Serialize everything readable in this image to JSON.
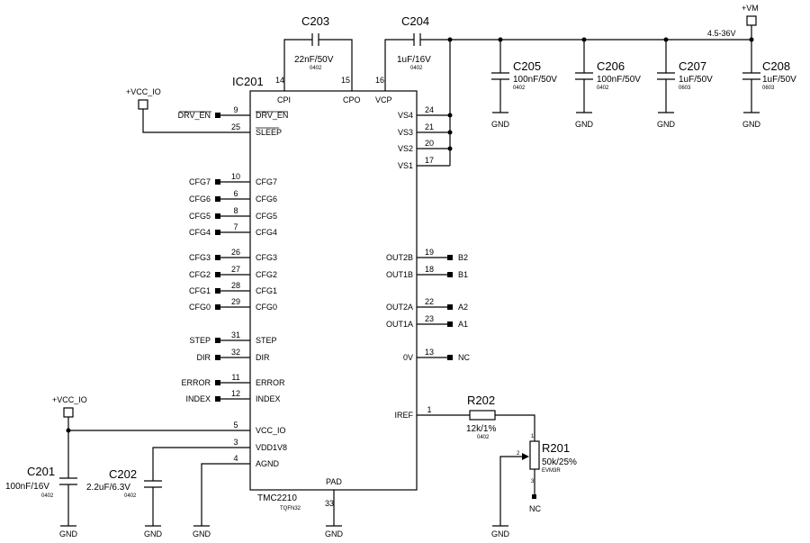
{
  "ic": {
    "ref": "IC201",
    "part": "TMC2210",
    "package": "TQFN32",
    "pad_label": "PAD",
    "pad_pin": "33",
    "top_pins": [
      {
        "num": "14",
        "name": "CPI"
      },
      {
        "num": "15",
        "name": "CPO"
      },
      {
        "num": "16",
        "name": "VCP"
      }
    ],
    "left_pins": [
      {
        "num": "9",
        "name": "DRV_EN",
        "net": "DRV_EN"
      },
      {
        "num": "25",
        "name": "SLEEP",
        "net": ""
      },
      {
        "num": "10",
        "name": "CFG7",
        "net": "CFG7"
      },
      {
        "num": "6",
        "name": "CFG6",
        "net": "CFG6"
      },
      {
        "num": "8",
        "name": "CFG5",
        "net": "CFG5"
      },
      {
        "num": "7",
        "name": "CFG4",
        "net": "CFG4"
      },
      {
        "num": "26",
        "name": "CFG3",
        "net": "CFG3"
      },
      {
        "num": "27",
        "name": "CFG2",
        "net": "CFG2"
      },
      {
        "num": "28",
        "name": "CFG1",
        "net": "CFG1"
      },
      {
        "num": "29",
        "name": "CFG0",
        "net": "CFG0"
      },
      {
        "num": "31",
        "name": "STEP",
        "net": "STEP"
      },
      {
        "num": "32",
        "name": "DIR",
        "net": "DIR"
      },
      {
        "num": "11",
        "name": "ERROR",
        "net": "ERROR"
      },
      {
        "num": "12",
        "name": "INDEX",
        "net": "INDEX"
      },
      {
        "num": "5",
        "name": "VCC_IO",
        "net": ""
      },
      {
        "num": "3",
        "name": "VDD1V8",
        "net": ""
      },
      {
        "num": "4",
        "name": "AGND",
        "net": ""
      }
    ],
    "right_pins": [
      {
        "num": "24",
        "name": "VS4",
        "net": ""
      },
      {
        "num": "21",
        "name": "VS3",
        "net": ""
      },
      {
        "num": "20",
        "name": "VS2",
        "net": ""
      },
      {
        "num": "17",
        "name": "VS1",
        "net": ""
      },
      {
        "num": "19",
        "name": "OUT2B",
        "net": "B2"
      },
      {
        "num": "18",
        "name": "OUT1B",
        "net": "B1"
      },
      {
        "num": "22",
        "name": "OUT2A",
        "net": "A2"
      },
      {
        "num": "23",
        "name": "OUT1A",
        "net": "A1"
      },
      {
        "num": "13",
        "name": "0V",
        "net": "NC"
      },
      {
        "num": "1",
        "name": "IREF",
        "net": ""
      }
    ]
  },
  "caps": [
    {
      "ref": "C203",
      "value": "22nF/50V",
      "pkg": "0402"
    },
    {
      "ref": "C204",
      "value": "1uF/16V",
      "pkg": "0402"
    },
    {
      "ref": "C205",
      "value": "100nF/50V",
      "pkg": "0402"
    },
    {
      "ref": "C206",
      "value": "100nF/50V",
      "pkg": "0402"
    },
    {
      "ref": "C207",
      "value": "1uF/50V",
      "pkg": "0603"
    },
    {
      "ref": "C208",
      "value": "1uF/50V",
      "pkg": "0603"
    },
    {
      "ref": "C201",
      "value": "100nF/16V",
      "pkg": "0402"
    },
    {
      "ref": "C202",
      "value": "2.2uF/6.3V",
      "pkg": "0402"
    }
  ],
  "resistors": [
    {
      "ref": "R202",
      "value": "12k/1%",
      "pkg": "0402"
    },
    {
      "ref": "R201",
      "value": "50k/25%",
      "pkg": "EVM3R",
      "pins": [
        "1",
        "2",
        "3"
      ],
      "wiper_net": "NC"
    }
  ],
  "power": {
    "vm": "+VM",
    "vm_range": "4.5-36V",
    "vcc_io_top": "+VCC_IO",
    "vcc_io_bottom": "+VCC_IO",
    "gnd": "GND"
  }
}
